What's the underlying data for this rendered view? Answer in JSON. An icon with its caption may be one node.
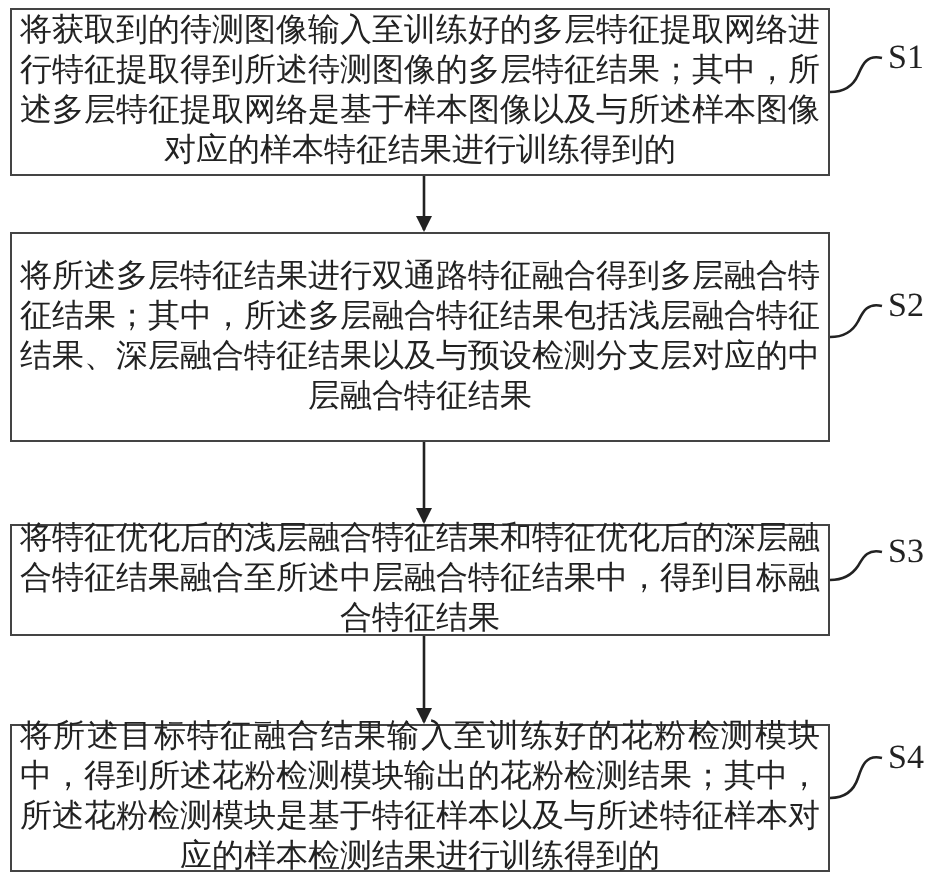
{
  "diagram": {
    "nodes": [
      {
        "text": [
          "将获取到的待测图像输入至训练好的多层特征提取网络进行特征提取得到所述待测图像的多层特征结果；其中，所述多层特征提取网络是基于样本图像以及与所述样本图像对应的样本特征结果进行训练得到的"
        ]
      },
      {
        "text": [
          "S1"
        ]
      },
      {
        "text": [
          "将所述多层特征结果进行双通路特征融合得到多层融合特征结果；其中，所述多层融合特征结果包括浅层融合特征结果、深层融合特征结果以及与预设检测分支层对应的中层融合特征结果"
        ]
      },
      {
        "text": [
          "S2"
        ]
      },
      {
        "text": [
          "将特征优化后的浅层融合特征结果和特征优化后的深层融合特征结果融合至所述中层融合特征结果中，得到目标融合特征结果"
        ]
      },
      {
        "text": [
          "S3"
        ]
      },
      {
        "text": [
          "将所述目标特征融合结果输入至训练好的花粉检测模块中，得到所述花粉检测模块输出的花粉检测结果；其中，所述花粉检测模块是基于特征样本以及与所述特征样本对应的样本检测结果进行训练得到的"
        ]
      },
      {
        "text": [
          "S4"
        ]
      }
    ],
    "edges": [
      {
        "from": 0,
        "to": 2,
        "arrow": "to"
      },
      {
        "from": 2,
        "to": 4,
        "arrow": "to"
      },
      {
        "from": 4,
        "to": 6,
        "arrow": "to"
      },
      {
        "from": 1,
        "to": 0,
        "arrow": "none"
      },
      {
        "from": 3,
        "to": 2,
        "arrow": "none"
      },
      {
        "from": 5,
        "to": 4,
        "arrow": "none"
      },
      {
        "from": 7,
        "to": 6,
        "arrow": "none"
      }
    ]
  }
}
